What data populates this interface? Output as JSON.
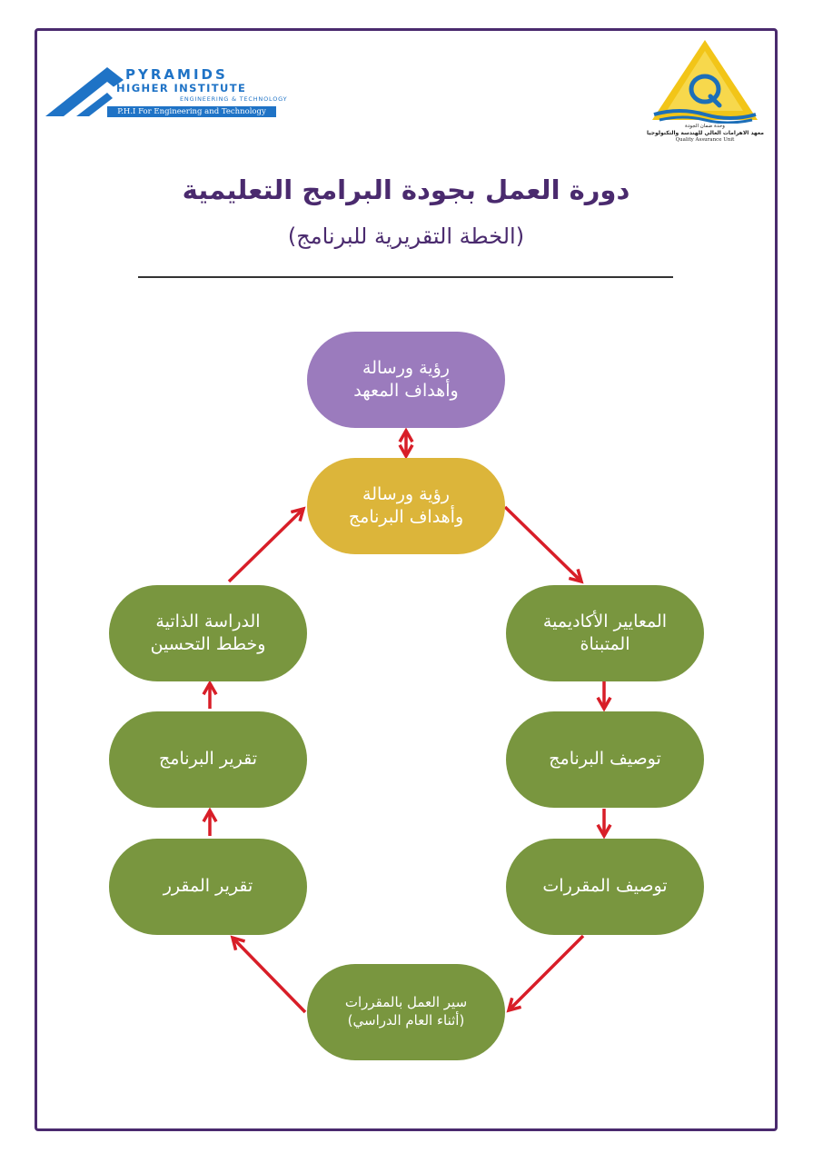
{
  "logo_left": {
    "name": "PYRAMIDS",
    "sub": "HIGHER INSTITUTE",
    "tag": "ENGINEERING & TECHNOLOGY",
    "bar": "P.H.I For Engineering and Technology"
  },
  "logo_right": {
    "line1": "وحدة ضمان الجودة",
    "line2": "معهد الاهرامات العالي للهندسة والتكنولوجيا",
    "line3": "Quality Assurance Unit"
  },
  "header": {
    "title": "دورة العمل بجودة  البرامج التعليمية",
    "subtitle": "(الخطة التقريرية للبرنامج)"
  },
  "colors": {
    "frame": "#4a2a6e",
    "institute": "#9b7bbd",
    "program": "#dcb53a",
    "step": "#79963f",
    "arrow": "#d81e28"
  },
  "nodes": {
    "institute_vision": "رؤية ورسالة\nوأهداف المعهد",
    "program_vision": "رؤية ورسالة\nوأهداف البرنامج",
    "academic_standards": "المعايير الأكاديمية\nالمتبناة",
    "program_spec": "توصيف البرنامج",
    "course_spec": "توصيف المقررات",
    "courses_progress": "سير العمل بالمقررات\n(أثناء العام الدراسي)",
    "course_report": "تقرير المقرر",
    "program_report": "تقرير البرنامج",
    "self_study": "الدراسة الذاتية\nوخطط التحسين"
  }
}
